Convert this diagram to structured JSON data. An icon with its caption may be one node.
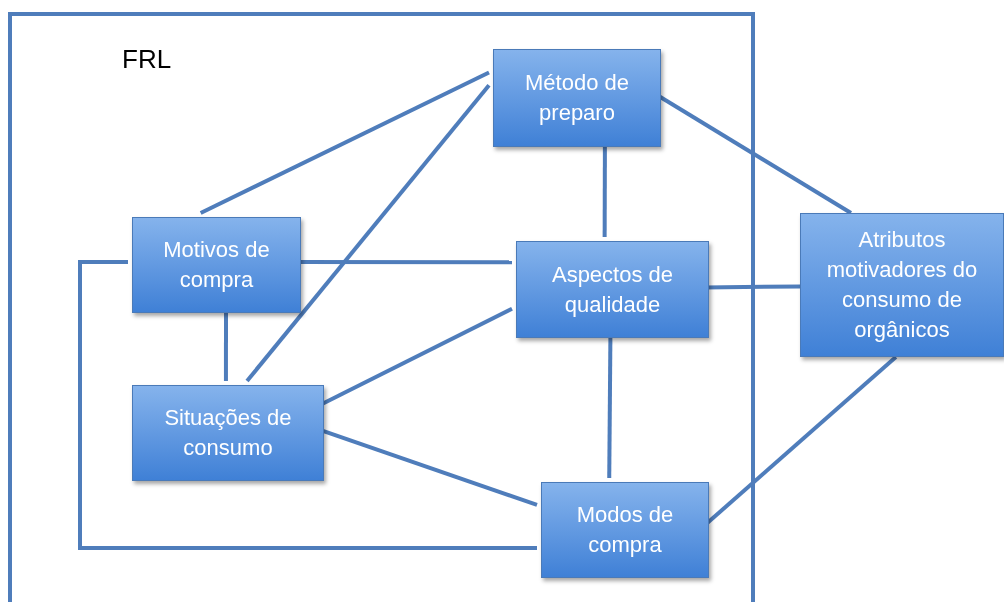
{
  "diagram": {
    "nodes": [
      {
        "text": [
          "FRL"
        ]
      },
      {
        "text": [
          "Método de preparo"
        ],
        "in": 0
      },
      {
        "text": [
          "Motivos de compra"
        ],
        "in": 0
      },
      {
        "text": [
          "Aspectos de qualidade"
        ],
        "in": 0
      },
      {
        "text": [
          "Atributos motivadores do consumo de  orgânicos"
        ]
      },
      {
        "text": [
          "Situações de consumo"
        ],
        "in": 0
      },
      {
        "text": [
          "Modos de compra"
        ],
        "in": 0
      }
    ],
    "edges": [
      {
        "from": 1,
        "to": 2,
        "arrow": "none"
      },
      {
        "from": 1,
        "to": 5,
        "arrow": "none"
      },
      {
        "from": 1,
        "to": 3,
        "arrow": "none"
      },
      {
        "from": 1,
        "to": 4,
        "arrow": "none"
      },
      {
        "from": 2,
        "to": 3,
        "arrow": "none"
      },
      {
        "from": 2,
        "to": 5,
        "arrow": "none"
      },
      {
        "from": 3,
        "to": 4,
        "arrow": "none"
      },
      {
        "from": 5,
        "to": 3,
        "arrow": "none"
      },
      {
        "from": 5,
        "to": 6,
        "arrow": "none"
      },
      {
        "from": 3,
        "to": 6,
        "arrow": "none"
      },
      {
        "from": 4,
        "to": 6,
        "arrow": "none"
      },
      {
        "from": 2,
        "to": 6,
        "arrow": "none"
      }
    ]
  }
}
